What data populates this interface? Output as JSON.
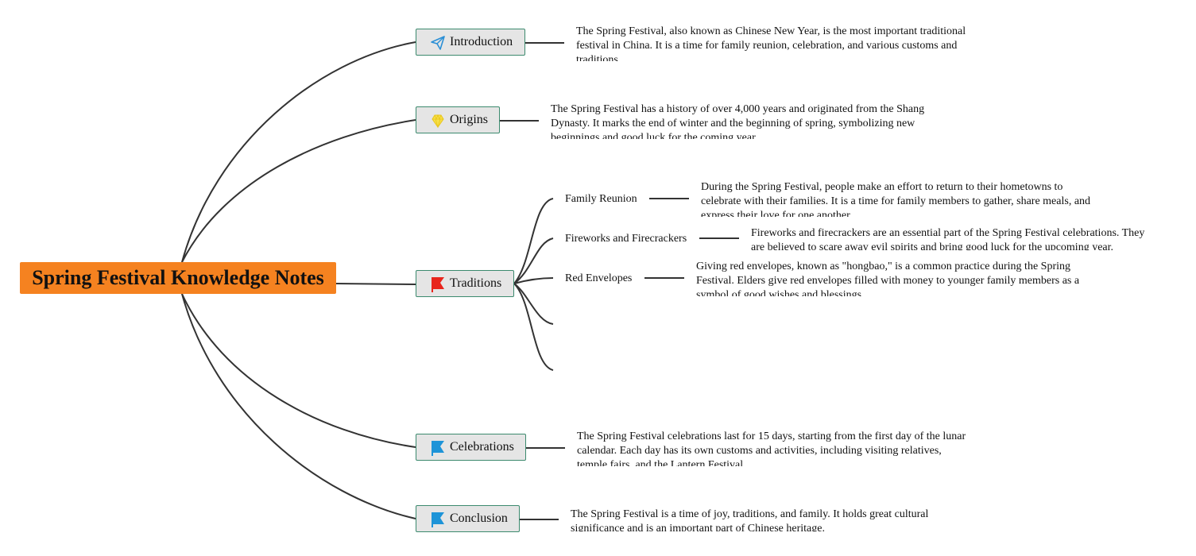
{
  "central": {
    "title": "Spring Festival Knowledge Notes",
    "color": "#f58220"
  },
  "topics": [
    {
      "label": "Introduction",
      "icon": "paper-plane-icon",
      "note": "The Spring Festival, also known as Chinese New Year, is the most important traditional festival in China. It is a time for family reunion, celebration, and various customs and traditions."
    },
    {
      "label": "Origins",
      "icon": "diamond-icon",
      "note": "The Spring Festival has a history of over 4,000 years and originated from the Shang Dynasty. It marks the end of winter and the beginning of spring, symbolizing new beginnings and good luck for the coming year."
    },
    {
      "label": "Traditions",
      "icon": "red-flag-icon",
      "subtopics": [
        {
          "label": "Family Reunion",
          "note": "During the Spring Festival, people make an effort to return to their hometowns to celebrate with their families. It is a time for family members to gather, share meals, and express their love for one another."
        },
        {
          "label": "Fireworks and Firecrackers",
          "note": "Fireworks and firecrackers are an essential part of the Spring Festival celebrations. They are believed to scare away evil spirits and bring good luck for the upcoming year."
        },
        {
          "label": "Red Envelopes",
          "note": "Giving red envelopes, known as \"hongbao,\" is a common practice during the Spring Festival. Elders give red envelopes filled with money to younger family members as a symbol of good wishes and blessings."
        }
      ]
    },
    {
      "label": "Celebrations",
      "icon": "blue-flag-icon",
      "note": "The Spring Festival celebrations last for 15 days, starting from the first day of the lunar calendar. Each day has its own customs and activities, including visiting relatives, temple fairs, and the Lantern Festival."
    },
    {
      "label": "Conclusion",
      "icon": "blue-flag-icon",
      "note": "The Spring Festival is a time of joy, traditions, and family. It holds great cultural significance and is an important part of Chinese heritage."
    }
  ]
}
